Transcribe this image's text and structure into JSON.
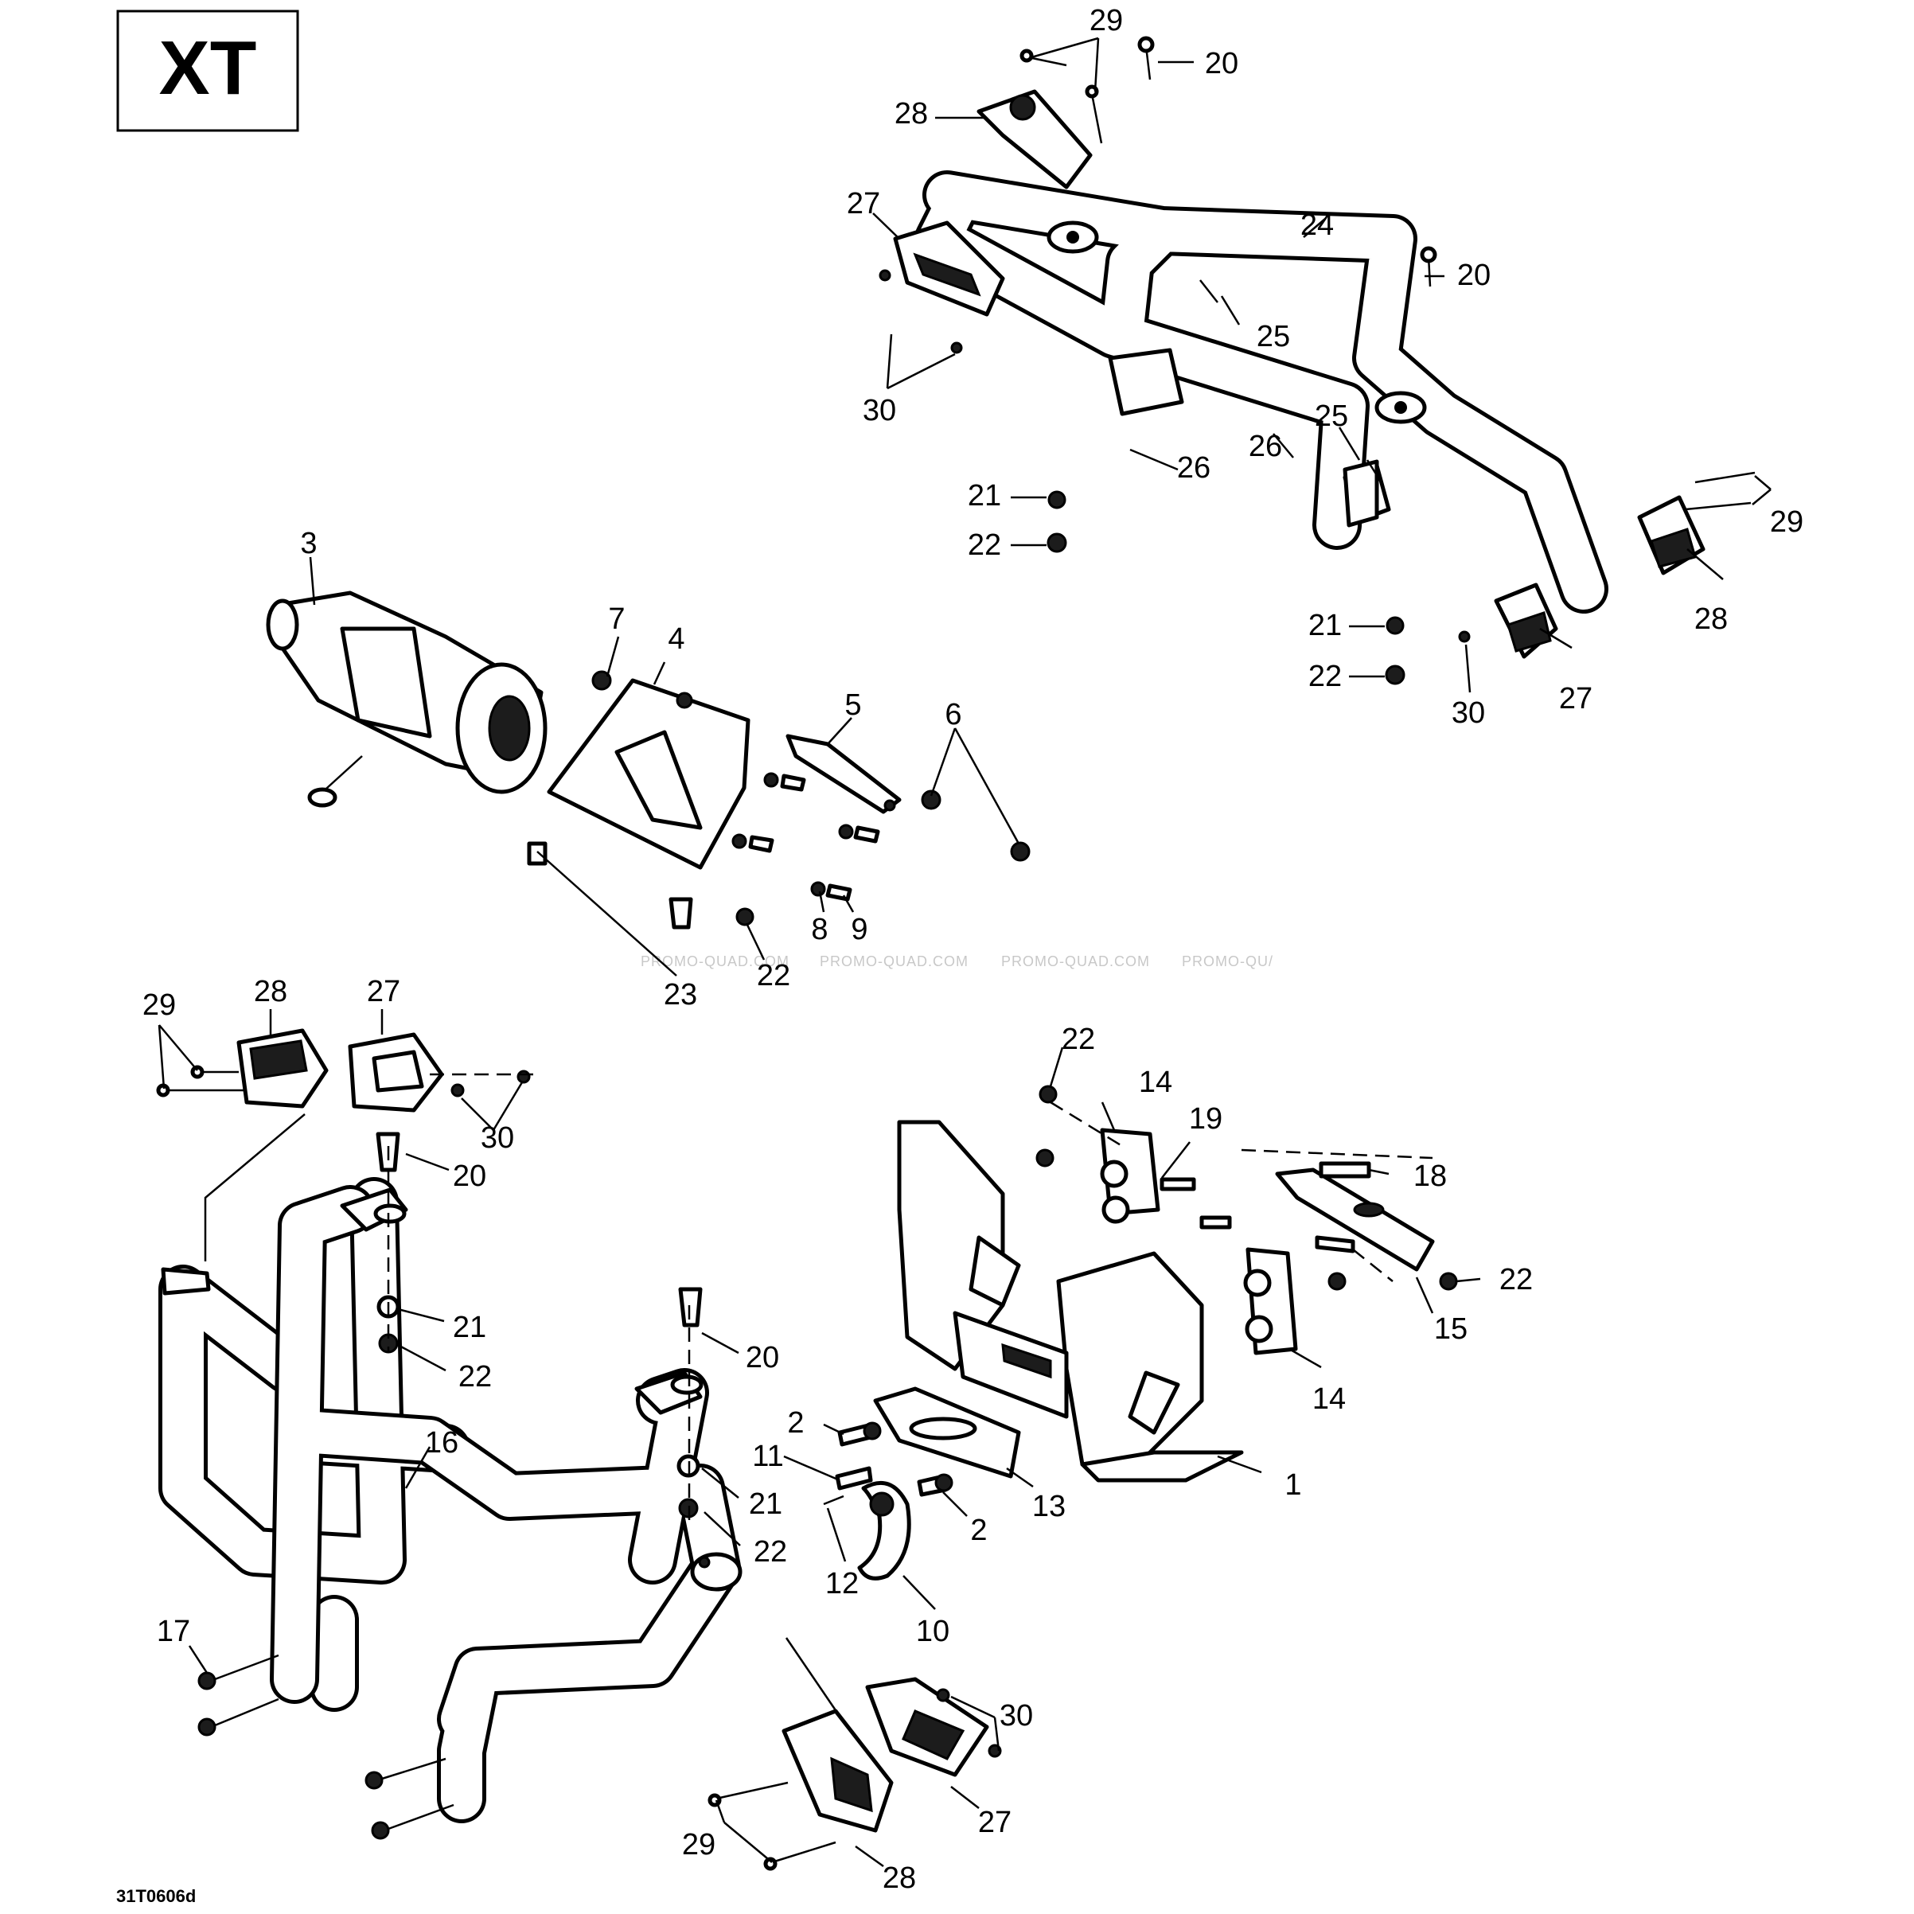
{
  "model_badge": "XT",
  "diagram_code": "31T0606d",
  "watermarks": [
    "PROMO-QUAD.COM",
    "PROMO-QUAD.COM",
    "PROMO-QUAD.COM",
    "PROMO-QU/"
  ],
  "callouts": {
    "c1": "1",
    "c2a": "2",
    "c2b": "2",
    "c3": "3",
    "c4": "4",
    "c5": "5",
    "c6": "6",
    "c7": "7",
    "c8": "8",
    "c9": "9",
    "c10": "10",
    "c11": "11",
    "c12": "12",
    "c13": "13",
    "c14a": "14",
    "c14b": "14",
    "c15": "15",
    "c16": "16",
    "c17": "17",
    "c18": "18",
    "c19": "19",
    "c20a": "20",
    "c20b": "20",
    "c20c": "20",
    "c20d": "20",
    "c21a": "21",
    "c21b": "21",
    "c21c": "21",
    "c21d": "21",
    "c22a": "22",
    "c22b": "22",
    "c22c": "22",
    "c22d": "22",
    "c22e": "22",
    "c22f": "22",
    "c22g": "22",
    "c23": "23",
    "c24": "24",
    "c25a": "25",
    "c25b": "25",
    "c26a": "26",
    "c26b": "26",
    "c27a": "27",
    "c27b": "27",
    "c27c": "27",
    "c27d": "27",
    "c28a": "28",
    "c28b": "28",
    "c28c": "28",
    "c28d": "28",
    "c29a": "29",
    "c29b": "29",
    "c29c": "29",
    "c29d": "29",
    "c30a": "30",
    "c30b": "30",
    "c30c": "30",
    "c30d": "30"
  }
}
